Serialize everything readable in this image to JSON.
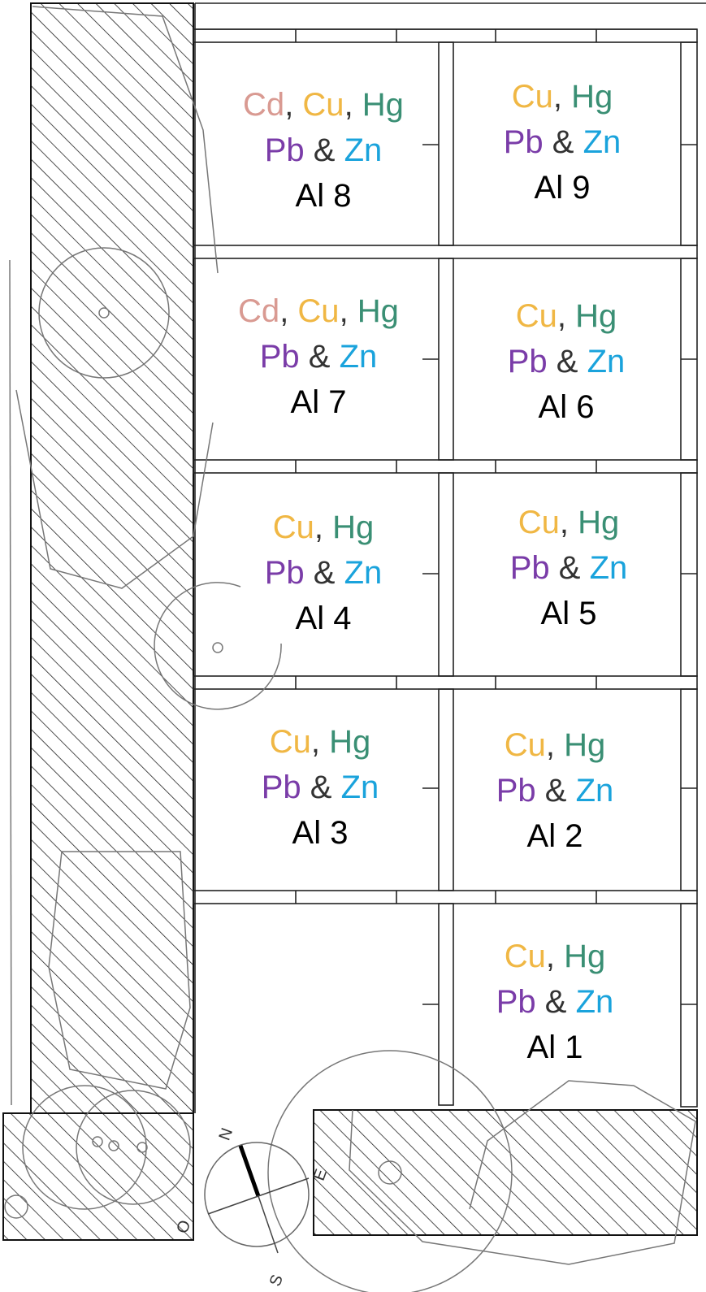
{
  "colors": {
    "Cd": "#d99a92",
    "Cu": "#f0b744",
    "Hg": "#3a8f74",
    "Pb": "#7a3ca8",
    "Zn": "#1aa3dc",
    "text": "#000000",
    "separator": "#333333"
  },
  "compass": {
    "north": "N",
    "south": "S",
    "east": "E",
    "west": "O"
  },
  "cells": [
    {
      "id": "al8",
      "line1": [
        {
          "t": "Cd",
          "c": "Cd"
        },
        {
          "t": ", ",
          "c": "sep"
        },
        {
          "t": "Cu",
          "c": "Cu"
        },
        {
          "t": ", ",
          "c": "sep"
        },
        {
          "t": "Hg",
          "c": "Hg"
        }
      ],
      "line2": [
        {
          "t": "Pb",
          "c": "Pb"
        },
        {
          "t": " & ",
          "c": "sep"
        },
        {
          "t": "Zn",
          "c": "Zn"
        }
      ],
      "label": "Al 8"
    },
    {
      "id": "al9",
      "line1": [
        {
          "t": "Cu",
          "c": "Cu"
        },
        {
          "t": ", ",
          "c": "sep"
        },
        {
          "t": "Hg",
          "c": "Hg"
        }
      ],
      "line2": [
        {
          "t": "Pb",
          "c": "Pb"
        },
        {
          "t": " & ",
          "c": "sep"
        },
        {
          "t": "Zn",
          "c": "Zn"
        }
      ],
      "label": "Al 9"
    },
    {
      "id": "al7",
      "line1": [
        {
          "t": "Cd",
          "c": "Cd"
        },
        {
          "t": ", ",
          "c": "sep"
        },
        {
          "t": "Cu",
          "c": "Cu"
        },
        {
          "t": ", ",
          "c": "sep"
        },
        {
          "t": "Hg",
          "c": "Hg"
        }
      ],
      "line2": [
        {
          "t": "Pb",
          "c": "Pb"
        },
        {
          "t": " & ",
          "c": "sep"
        },
        {
          "t": "Zn",
          "c": "Zn"
        }
      ],
      "label": "Al 7"
    },
    {
      "id": "al6",
      "line1": [
        {
          "t": "Cu",
          "c": "Cu"
        },
        {
          "t": ", ",
          "c": "sep"
        },
        {
          "t": "Hg",
          "c": "Hg"
        }
      ],
      "line2": [
        {
          "t": "Pb",
          "c": "Pb"
        },
        {
          "t": " & ",
          "c": "sep"
        },
        {
          "t": "Zn",
          "c": "Zn"
        }
      ],
      "label": "Al 6"
    },
    {
      "id": "al4",
      "line1": [
        {
          "t": "Cu",
          "c": "Cu"
        },
        {
          "t": ", ",
          "c": "sep"
        },
        {
          "t": "Hg",
          "c": "Hg"
        }
      ],
      "line2": [
        {
          "t": "Pb",
          "c": "Pb"
        },
        {
          "t": " & ",
          "c": "sep"
        },
        {
          "t": "Zn",
          "c": "Zn"
        }
      ],
      "label": "Al 4"
    },
    {
      "id": "al5",
      "line1": [
        {
          "t": "Cu",
          "c": "Cu"
        },
        {
          "t": ", ",
          "c": "sep"
        },
        {
          "t": "Hg",
          "c": "Hg"
        }
      ],
      "line2": [
        {
          "t": "Pb",
          "c": "Pb"
        },
        {
          "t": " & ",
          "c": "sep"
        },
        {
          "t": "Zn",
          "c": "Zn"
        }
      ],
      "label": "Al 5"
    },
    {
      "id": "al3",
      "line1": [
        {
          "t": "Cu",
          "c": "Cu"
        },
        {
          "t": ", ",
          "c": "sep"
        },
        {
          "t": "Hg",
          "c": "Hg"
        }
      ],
      "line2": [
        {
          "t": "Pb",
          "c": "Pb"
        },
        {
          "t": " & ",
          "c": "sep"
        },
        {
          "t": "Zn",
          "c": "Zn"
        }
      ],
      "label": "Al 3"
    },
    {
      "id": "al2",
      "line1": [
        {
          "t": "Cu",
          "c": "Cu"
        },
        {
          "t": ", ",
          "c": "sep"
        },
        {
          "t": "Hg",
          "c": "Hg"
        }
      ],
      "line2": [
        {
          "t": "Pb",
          "c": "Pb"
        },
        {
          "t": " & ",
          "c": "sep"
        },
        {
          "t": "Zn",
          "c": "Zn"
        }
      ],
      "label": "Al 2"
    },
    {
      "id": "al1",
      "line1": [
        {
          "t": "Cu",
          "c": "Cu"
        },
        {
          "t": ", ",
          "c": "sep"
        },
        {
          "t": "Hg",
          "c": "Hg"
        }
      ],
      "line2": [
        {
          "t": "Pb",
          "c": "Pb"
        },
        {
          "t": " & ",
          "c": "sep"
        },
        {
          "t": "Zn",
          "c": "Zn"
        }
      ],
      "label": "Al 1"
    }
  ]
}
